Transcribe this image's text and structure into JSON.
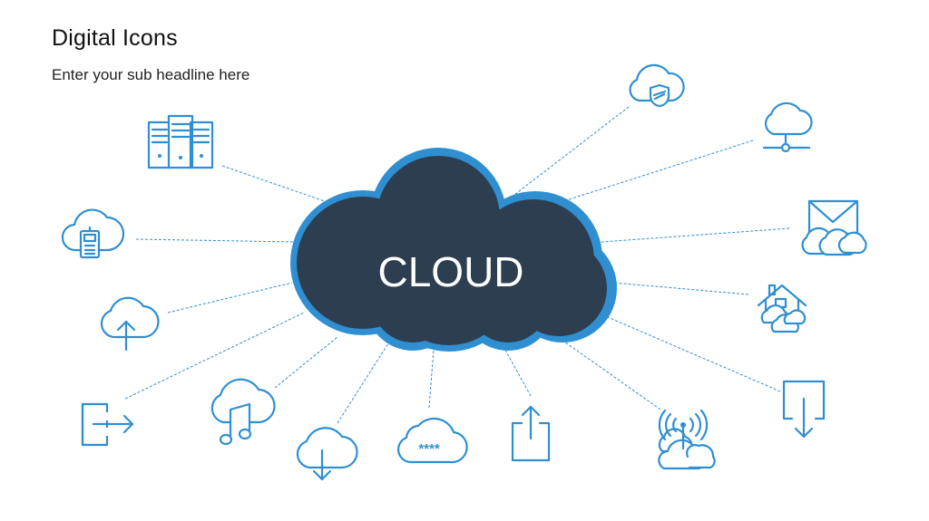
{
  "slide": {
    "title": "Digital Icons",
    "subtitle": "Enter your sub headline here"
  },
  "center": {
    "label": "CLOUD",
    "fill_color": "#2d3e50",
    "border_color": "#2f8fd1"
  },
  "icon_color": "#2f8fd1",
  "icons": [
    {
      "name": "server-rack-icon"
    },
    {
      "name": "cloud-mobile-icon"
    },
    {
      "name": "cloud-upload-icon"
    },
    {
      "name": "exit-arrow-icon"
    },
    {
      "name": "cloud-music-icon"
    },
    {
      "name": "cloud-download-icon"
    },
    {
      "name": "cloud-password-icon",
      "text": "****"
    },
    {
      "name": "share-upload-icon"
    },
    {
      "name": "cloud-wireless-icon"
    },
    {
      "name": "download-tray-icon"
    },
    {
      "name": "cloud-home-icon"
    },
    {
      "name": "cloud-mail-icon"
    },
    {
      "name": "cloud-network-icon"
    },
    {
      "name": "cloud-security-icon"
    }
  ]
}
